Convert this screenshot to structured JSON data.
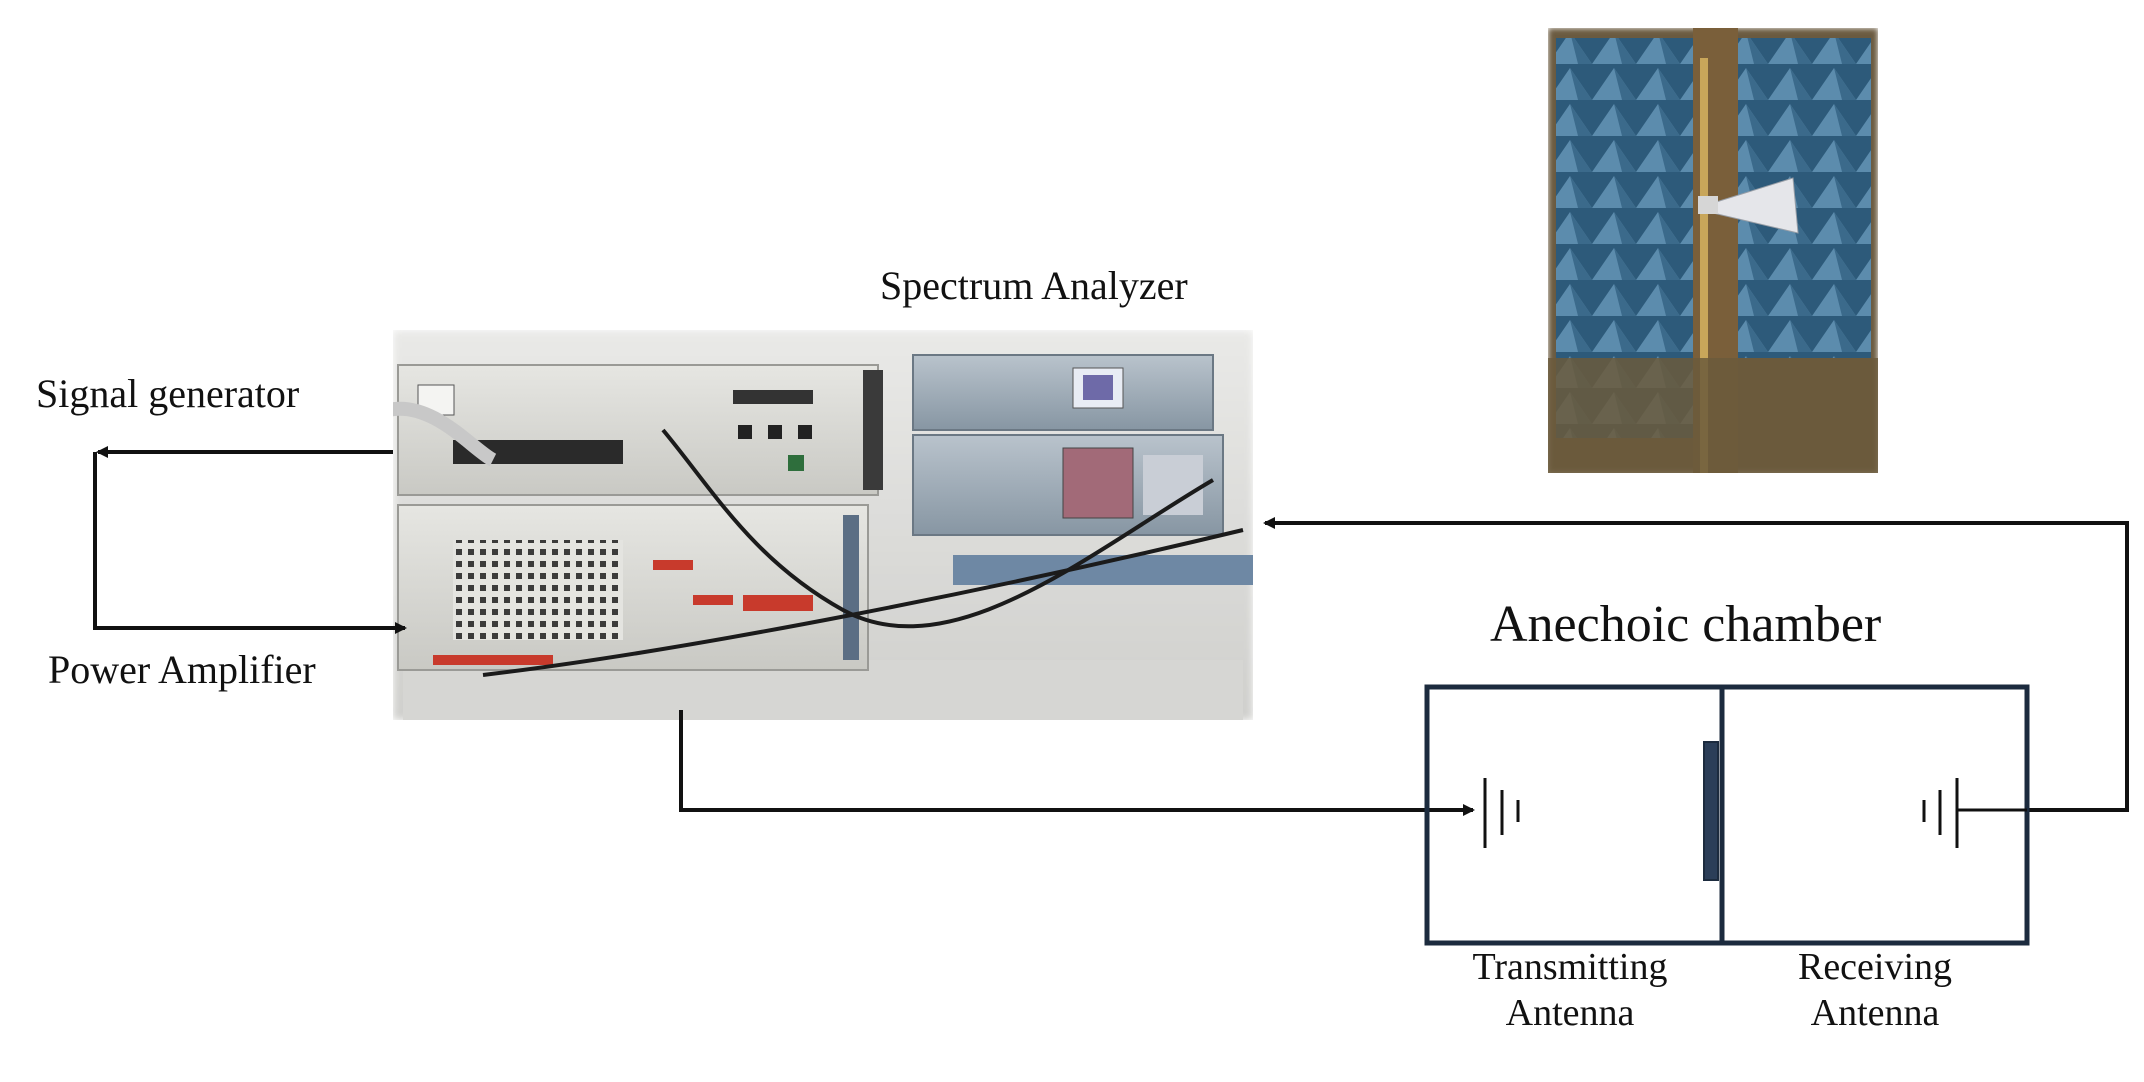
{
  "labels": {
    "signal_generator": "Signal  generator",
    "power_amplifier": "Power Amplifier",
    "spectrum_analyzer": "Spectrum  Analyzer",
    "anechoic_chamber": "Anechoic chamber",
    "transmitting_line1": "Transmitting",
    "transmitting_line2": "Antenna",
    "receiving_line1": "Receiving",
    "receiving_line2": "Antenna"
  },
  "colors": {
    "line": "#111111",
    "chamber_border": "#1c2b3e",
    "absorber": "#4f7b9c",
    "rack": "#d8d8d4",
    "accent_red": "#c83a2c"
  }
}
